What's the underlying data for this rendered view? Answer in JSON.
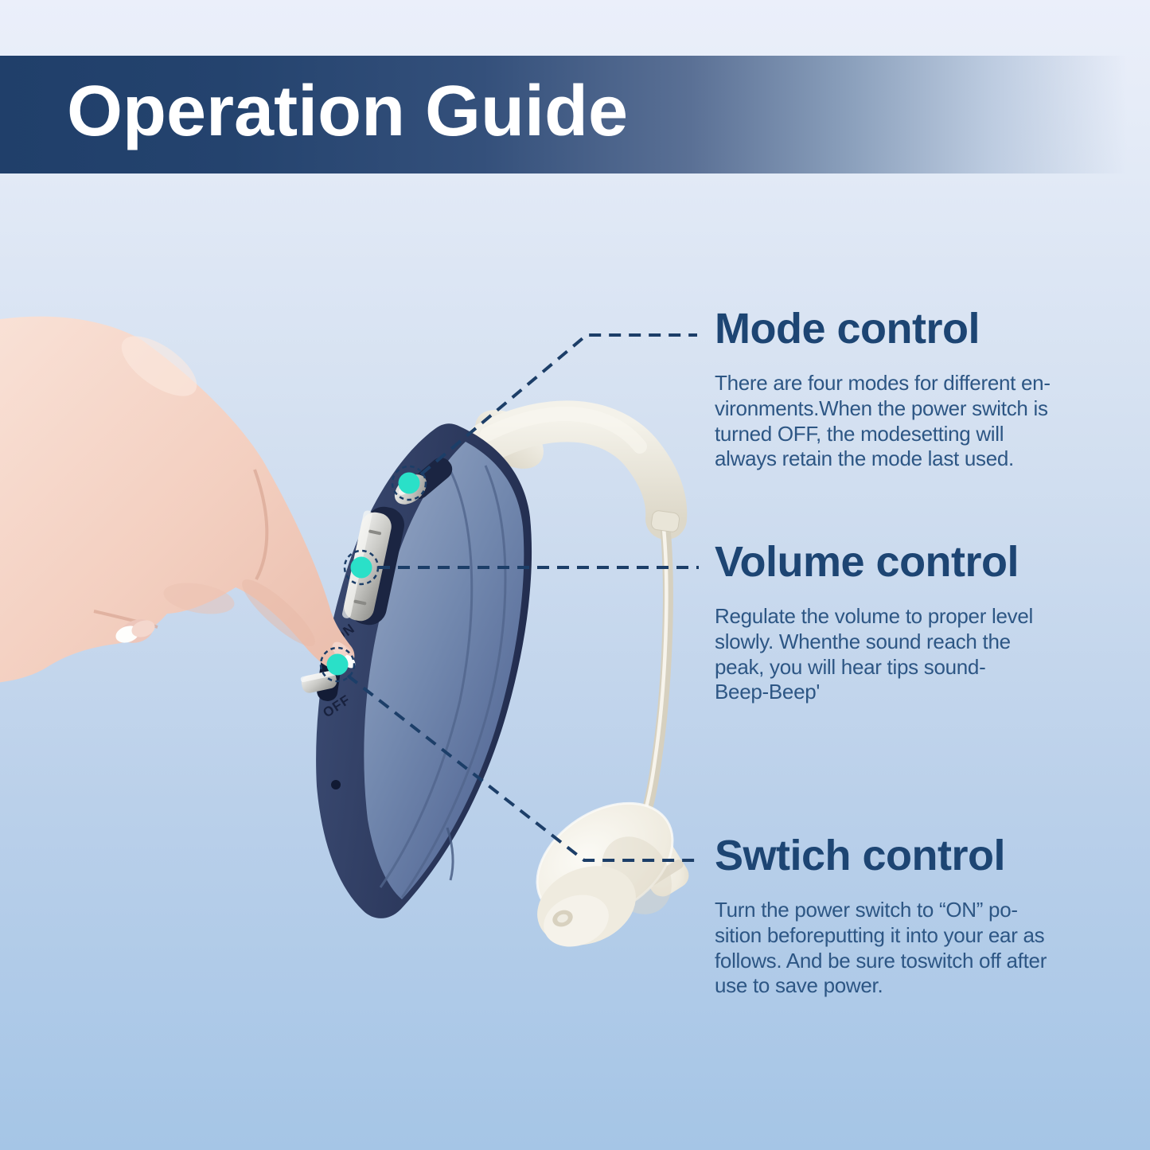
{
  "banner": {
    "title": "Operation Guide",
    "background_left_color": "#203f6a",
    "title_color": "#ffffff"
  },
  "sections": [
    {
      "id": "mode",
      "title": "Mode control",
      "body": "There are four modes for different en-\nvironments.When the power switch is\nturned OFF, the modesetting will\nalways retain the mode last used."
    },
    {
      "id": "volume",
      "title": "Volume control",
      "body": "Regulate the volume to proper level\nslowly. Whenthe sound reach the\npeak, you will hear tips sound-\nBeep-Beep'"
    },
    {
      "id": "switch",
      "title": "Swtich control",
      "body": "Turn the power switch to “ON”  po-\nsition beforeputting it into your ear as\nfollows. And be sure toswitch off after\nuse to save power."
    }
  ],
  "device": {
    "on_label": "ON",
    "off_label": "OFF"
  },
  "colors": {
    "accent_dot": "#2ae0c8",
    "leader_line": "#1c3e68",
    "heading_text": "#1d4573",
    "body_text": "#2d5684"
  }
}
